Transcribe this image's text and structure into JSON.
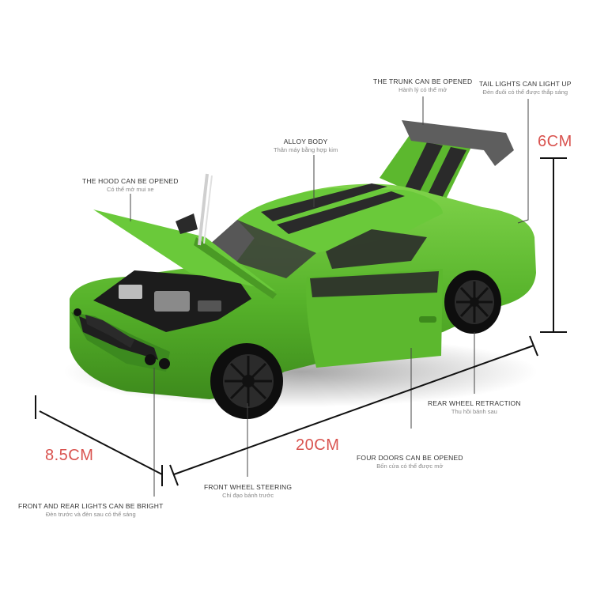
{
  "annotations": {
    "trunk": {
      "en": "THE TRUNK CAN BE OPENED",
      "vi": "Hành lý có thể mở"
    },
    "tail_lights": {
      "en": "TAIL LIGHTS CAN LIGHT UP",
      "vi": "Đèn đuôi có thể được thắp sáng"
    },
    "alloy_body": {
      "en": "ALLOY BODY",
      "vi": "Thân máy bằng hợp kim"
    },
    "hood": {
      "en": "THE HOOD CAN BE OPENED",
      "vi": "Có thể mở mui xe"
    },
    "rear_wheel": {
      "en": "REAR WHEEL RETRACTION",
      "vi": "Thu hồi bánh sau"
    },
    "four_doors": {
      "en": "FOUR DOORS CAN BE OPENED",
      "vi": "Bốn cửa có thể được mở"
    },
    "front_wheel": {
      "en": "FRONT WHEEL STEERING",
      "vi": "Chỉ đạo bánh trước"
    },
    "lights": {
      "en": "FRONT AND REAR LIGHTS CAN BE BRIGHT",
      "vi": "Đèn trước và đèn sau có thể sáng"
    }
  },
  "dimensions": {
    "height": "6CM",
    "length": "20CM",
    "width": "8.5CM"
  },
  "colors": {
    "car_body": "#5cb82e",
    "stripe": "#2a2a2a",
    "dimension_text": "#d9534f"
  }
}
